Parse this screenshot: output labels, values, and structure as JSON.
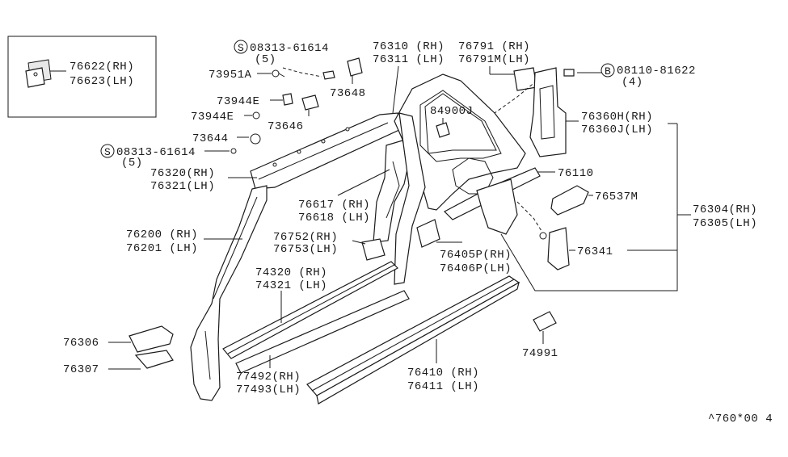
{
  "labels": {
    "p76622": "76622(RH)",
    "p76623": "76623(LH)",
    "screw_a_code": "08313-61614",
    "screw_a_qty": "(5)",
    "screw_symbol": "S",
    "p73951a": "73951A",
    "p73648": "73648",
    "p73944e_1": "73944E",
    "p73944e_2": "73944E",
    "p73646": "73646",
    "p73644": "73644",
    "screw_b_code": "08313-61614",
    "screw_b_qty": "(5)",
    "p76320": "76320(RH)",
    "p76321": "76321(LH)",
    "p76310": "76310 (RH)",
    "p76311": "76311 (LH)",
    "p84900j": "84900J",
    "p76791": "76791 (RH)",
    "p76791m": "76791M(LH)",
    "bolt_symbol": "B",
    "bolt_code": "08110-81622",
    "bolt_qty": "(4)",
    "p76360h": "76360H(RH)",
    "p76360j": "76360J(LH)",
    "p76110": "76110",
    "p76537m": "76537M",
    "p76304": "76304(RH)",
    "p76305": "76305(LH)",
    "p76617": "76617 (RH)",
    "p76618": "76618 (LH)",
    "p76200": "76200 (RH)",
    "p76201": "76201 (LH)",
    "p76752": "76752(RH)",
    "p76753": "76753(LH)",
    "p76341": "76341",
    "p76405p": "76405P(RH)",
    "p76406p": "76406P(LH)",
    "p74320": "74320 (RH)",
    "p74321": "74321 (LH)",
    "p76306": "76306",
    "p76307": "76307",
    "p77492": "77492(RH)",
    "p77493": "77493(LH)",
    "p76410": "76410 (RH)",
    "p76411": "76411 (LH)",
    "p74991": "74991",
    "ref_code": "^760*00 4"
  }
}
